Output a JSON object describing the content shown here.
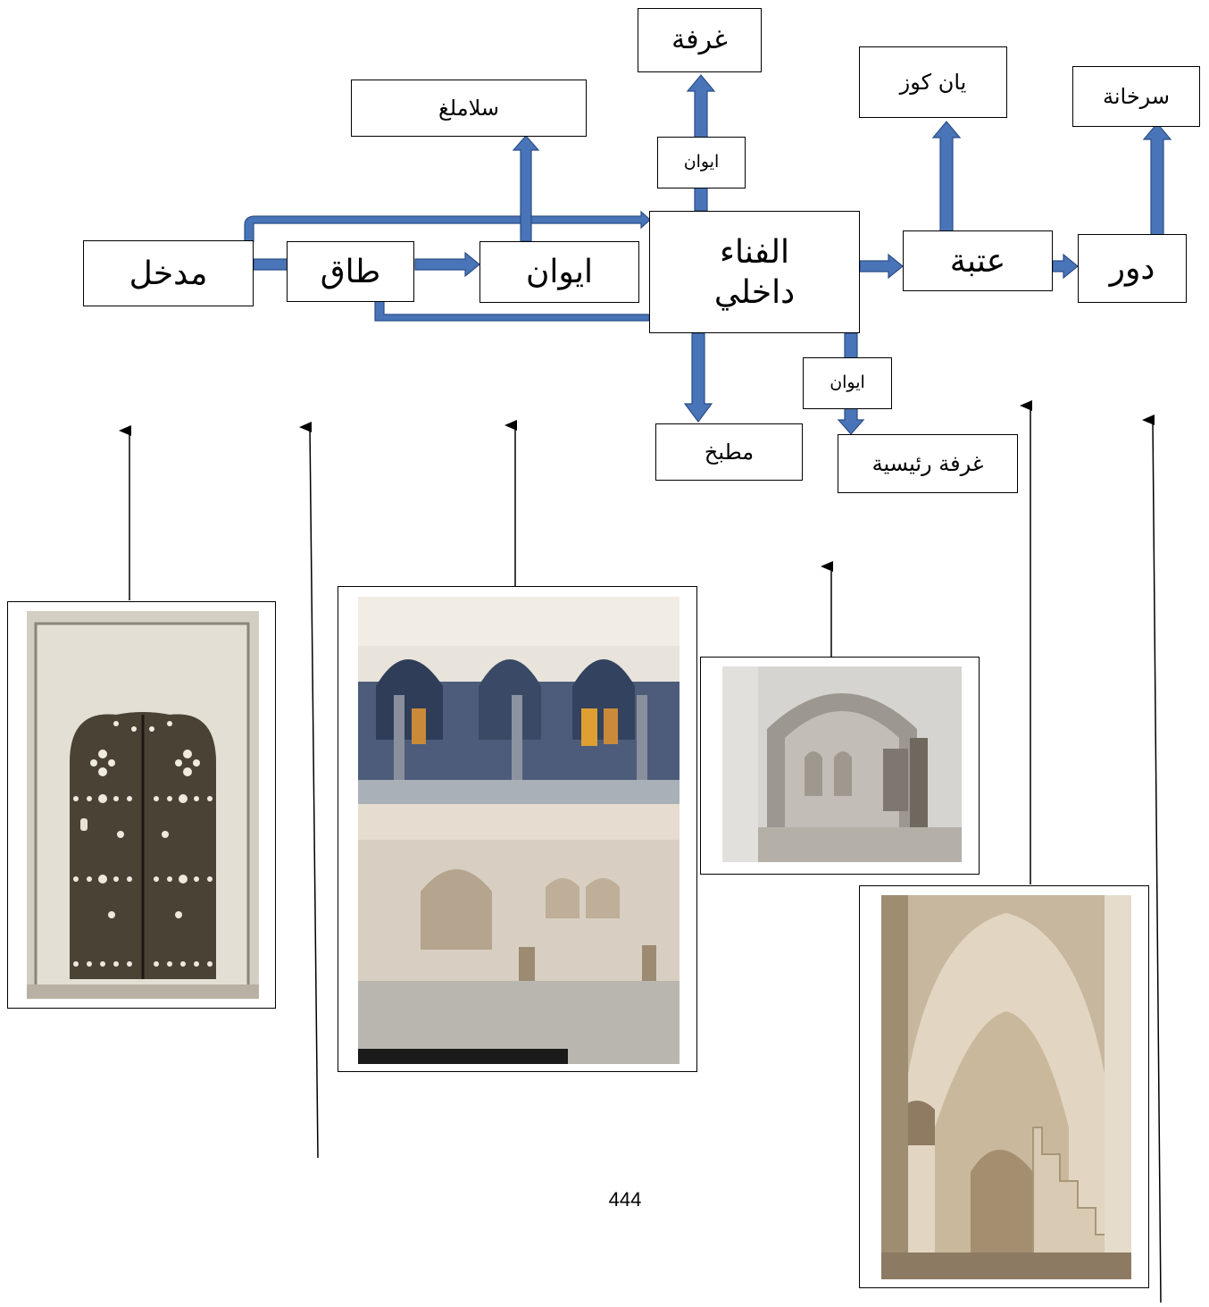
{
  "nodes": {
    "entrance": "مدخل",
    "taq": "طاق",
    "iwan_main": "ايوان",
    "courtyard": "الفناء داخلي",
    "atabah": "عتبة",
    "dawr": "دور",
    "salamlek": "سلاملغ",
    "room_top": "غرفة",
    "iwan_top": "ايوان",
    "yan_koz": "يان كوز",
    "sarkhana": "سرخانة",
    "kitchen": "مطبخ",
    "iwan_bottom": "ايوان",
    "main_room": "غرفة رئيسية"
  },
  "page_number": "444",
  "colors": {
    "arrow_fill": "#4a74b8",
    "arrow_stroke": "#2a4e86",
    "box_border": "#000000"
  },
  "photos": {
    "door": "wooden-studded-door-photo",
    "iwan_courtyard": "iwan-courtyard-photos",
    "room": "vaulted-room-photo",
    "stair_hall": "vaulted-stair-hall-photo"
  }
}
